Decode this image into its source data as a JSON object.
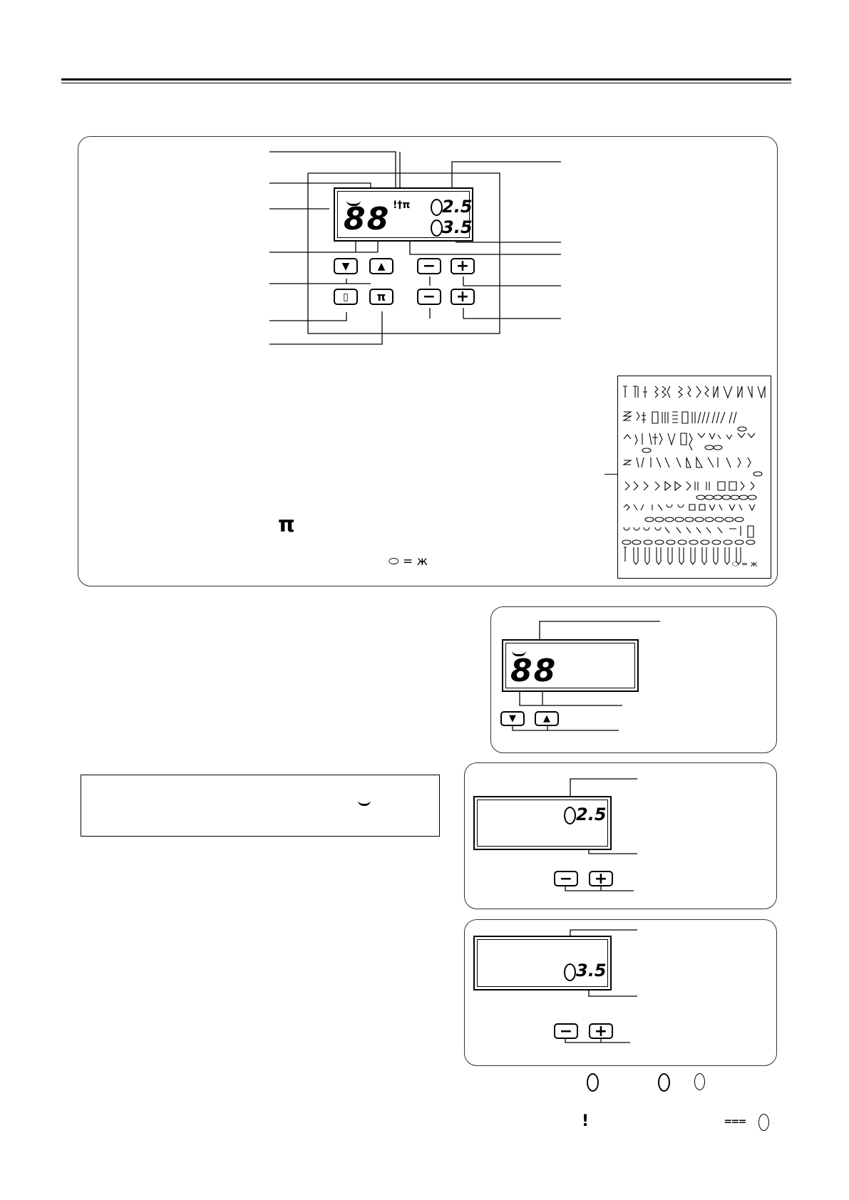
{
  "main_display": {
    "pattern_number": "88",
    "stitch_length": "2.5",
    "stitch_width": "3.5",
    "needle_icons": "!†π"
  },
  "buttons": {
    "down": "▼",
    "up": "▲",
    "minus": "−",
    "plus": "+",
    "memory": "▯",
    "twin_needle": "π"
  },
  "pattern_chart": {
    "legend": "⬭ = ж"
  },
  "twin_needle_marker": "π",
  "oval_legend": "⬭ = ж",
  "panel_a": {
    "pattern_number": "88"
  },
  "panel_b": {
    "stitch_length": "2.5"
  },
  "panel_c": {
    "stitch_width": "3.5"
  },
  "bottom_symbols": {
    "length_icon": "⬮",
    "width_icon": "⬮",
    "oval": "⬯",
    "needle_mark": "!",
    "wave_mark": "⩶",
    "oval2": "⬯"
  }
}
